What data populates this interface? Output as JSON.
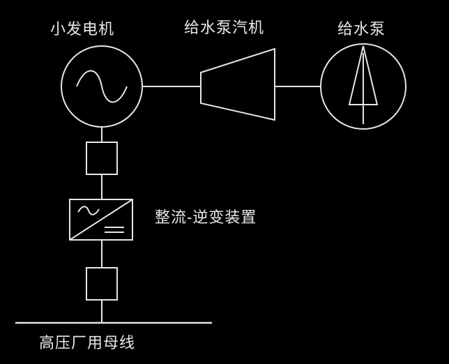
{
  "labels": {
    "generator": "小发电机",
    "turbine": "给水泵汽机",
    "pump": "给水泵",
    "converter": "整流-逆变装置",
    "bus": "高压厂用母线"
  },
  "colors": {
    "background": "#000000",
    "line": "#e6e6e6",
    "text": "#e8e8e8"
  },
  "icons": {
    "generator": "ac-sine-symbol",
    "converter": "rectifier-inverter-symbol",
    "pump": "arrow-up-symbol"
  }
}
